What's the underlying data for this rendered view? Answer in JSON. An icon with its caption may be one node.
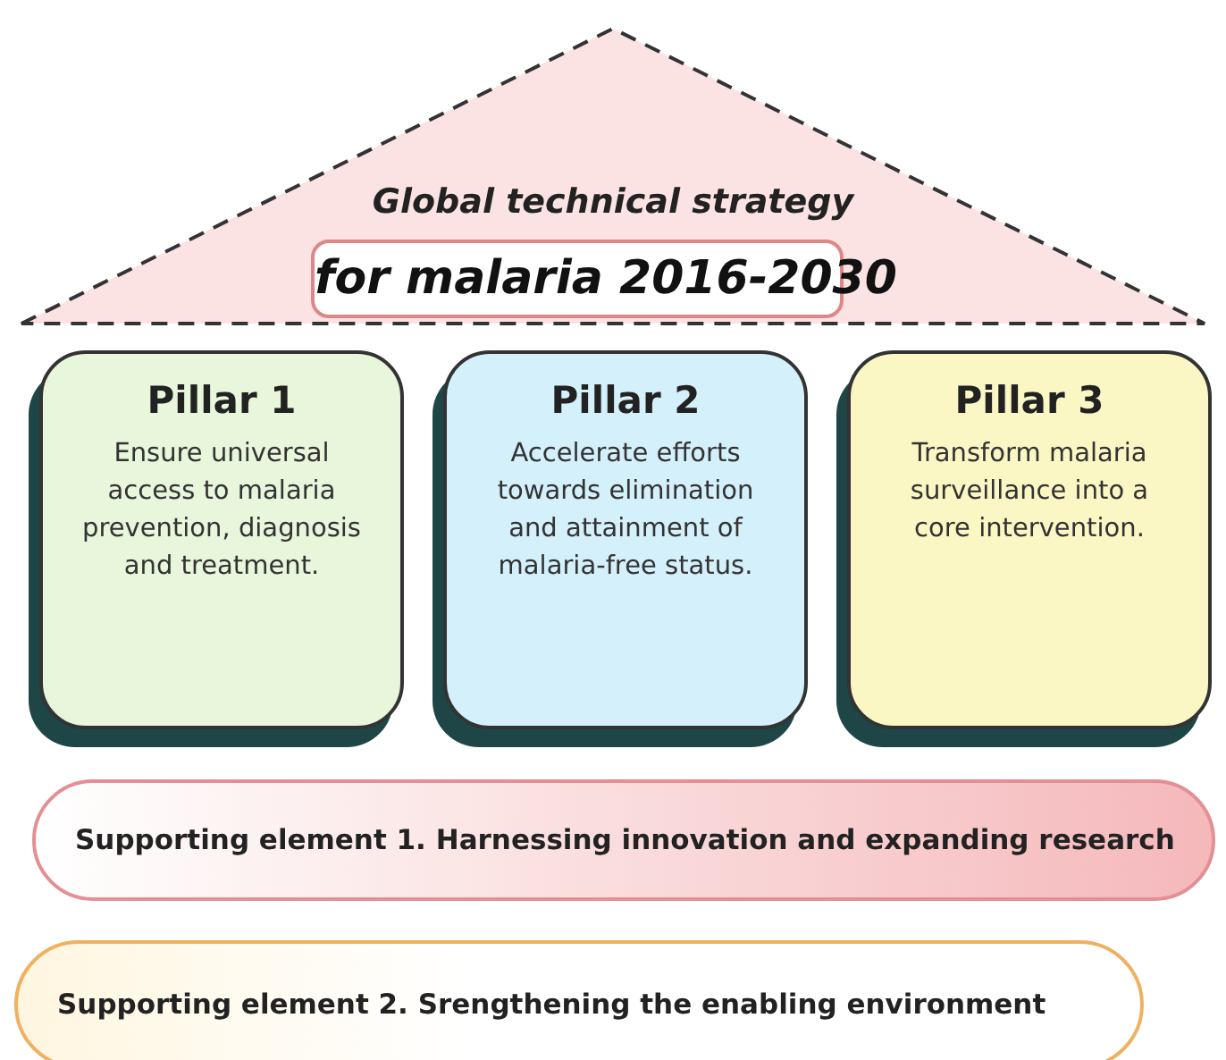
{
  "diagram": {
    "nodes": [
      {
        "text": [
          "Global technical strategy",
          "for malaria 2016-2030"
        ]
      },
      {
        "text": [
          "Pillar 1",
          "Ensure universal access to malaria prevention, diagnosis and treatment."
        ]
      },
      {
        "text": [
          "Pillar 2",
          "Accelerate efforts towards elimination and attainment of malaria-free status."
        ]
      },
      {
        "text": [
          "Pillar 3",
          "Transform malaria surveillance into a core intervention."
        ]
      },
      {
        "text": [
          "Supporting element 1. Harnessing innovation and expanding research"
        ]
      },
      {
        "text": [
          "Supporting element 2. Srengthening the enabling environment"
        ]
      }
    ]
  }
}
